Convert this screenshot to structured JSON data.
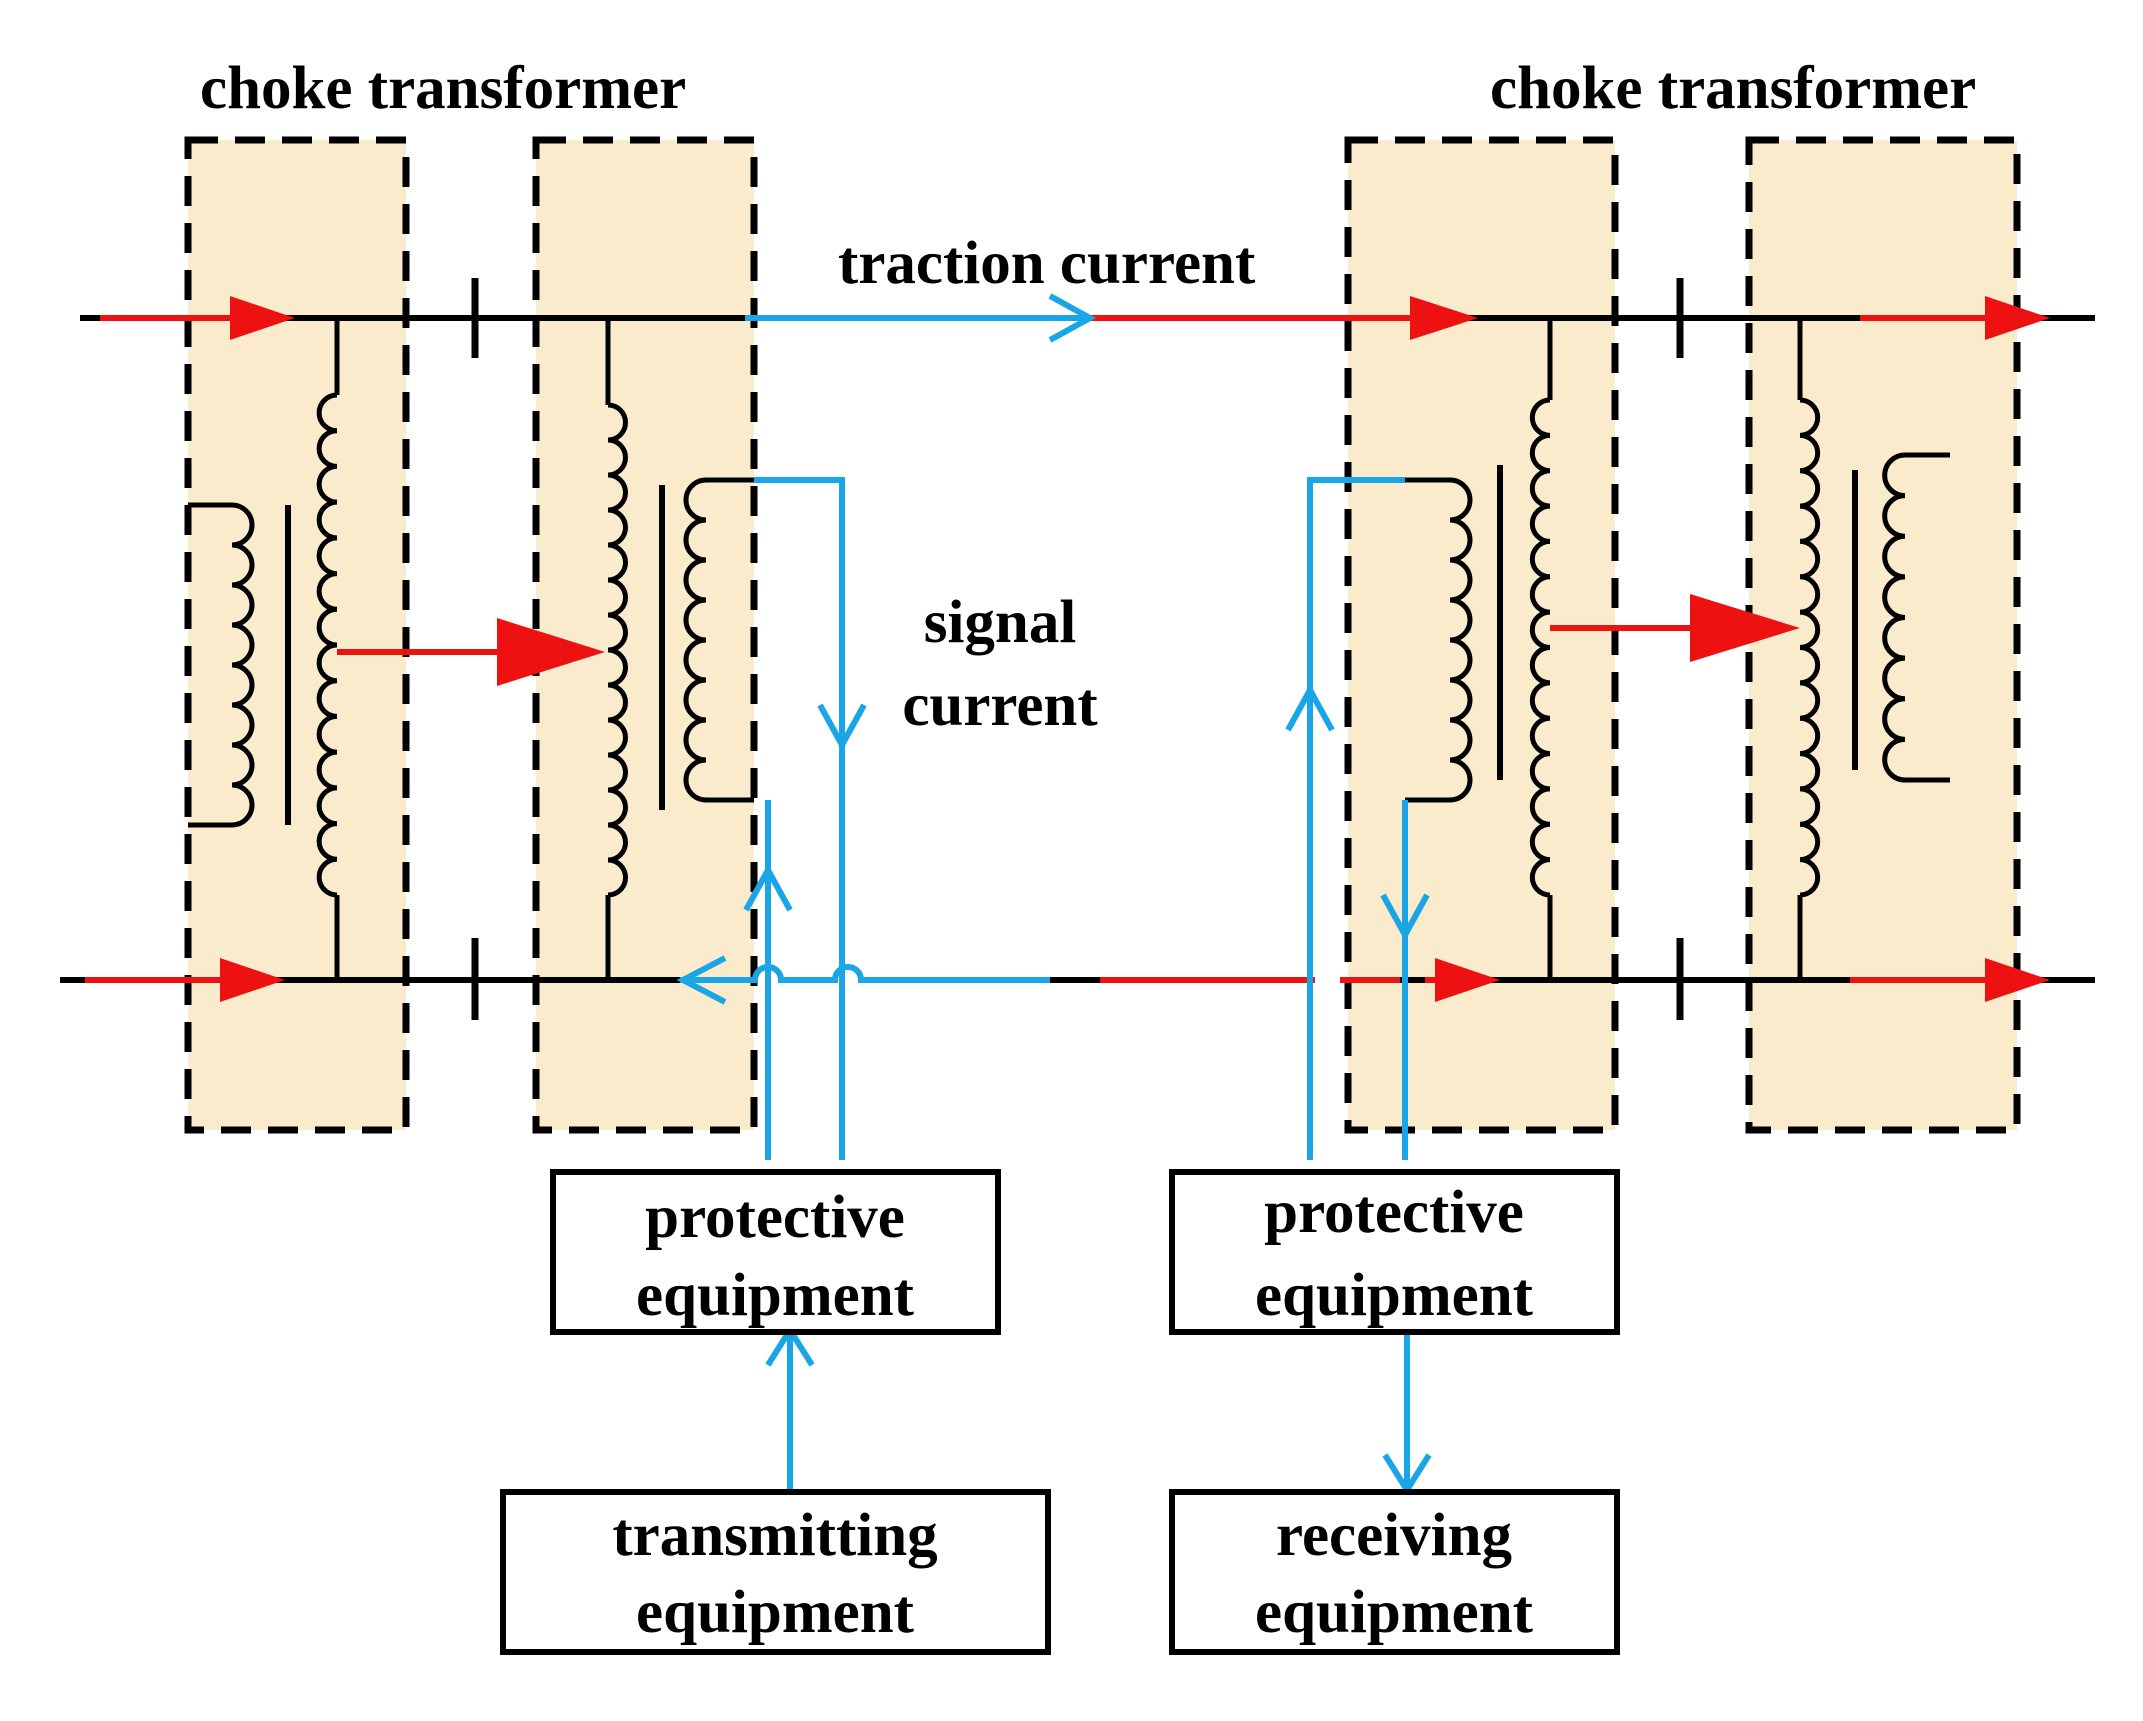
{
  "labels": {
    "choke_left": "choke transformer",
    "choke_right": "choke transformer",
    "traction_current": "traction current",
    "signal_current_line1": "signal",
    "signal_current_line2": "current"
  },
  "boxes": {
    "protective_left_line1": "protective",
    "protective_left_line2": "equipment",
    "protective_right_line1": "protective",
    "protective_right_line2": "equipment",
    "transmitting_line1": "transmitting",
    "transmitting_line2": "equipment",
    "receiving_line1": "receiving",
    "receiving_line2": "equipment"
  },
  "colors": {
    "traction_current": "#ee1111",
    "signal_current": "#1aa5e6",
    "transformer_fill": "#faebcd"
  }
}
